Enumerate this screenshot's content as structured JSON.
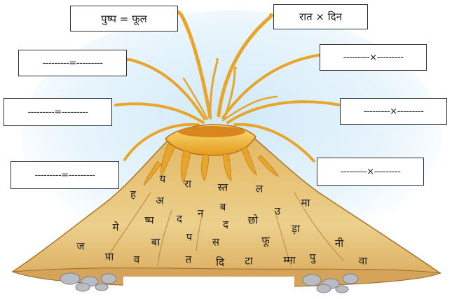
{
  "examples": {
    "synonym": "पुष्प = फूल",
    "antonym": "रात × दिन"
  },
  "blank_boxes": {
    "synonym_1": "---------=---------",
    "synonym_2": "---------=---------",
    "synonym_3": "---------=---------",
    "antonym_1": "---------×---------",
    "antonym_2": "---------×---------",
    "antonym_3": "---------×---------"
  },
  "syllables": [
    "य",
    "रा",
    "स्त",
    "ल",
    "ह",
    "अ",
    "ब",
    "उ",
    "मा",
    "न",
    "मे",
    "ष्प",
    "द",
    "द",
    "छो",
    "ड़ा",
    "ज",
    "बा",
    "प",
    "स",
    "फू",
    "नी",
    "पा",
    "व",
    "त",
    "दि",
    "टा",
    "म्मा",
    "पु",
    "वा"
  ],
  "colors": {
    "lava": "#f0b020",
    "lava_dark": "#c9761a",
    "mountain": "#e8c77a",
    "mountain_shadow": "#c99a4e",
    "sky": "#dff0fb"
  }
}
